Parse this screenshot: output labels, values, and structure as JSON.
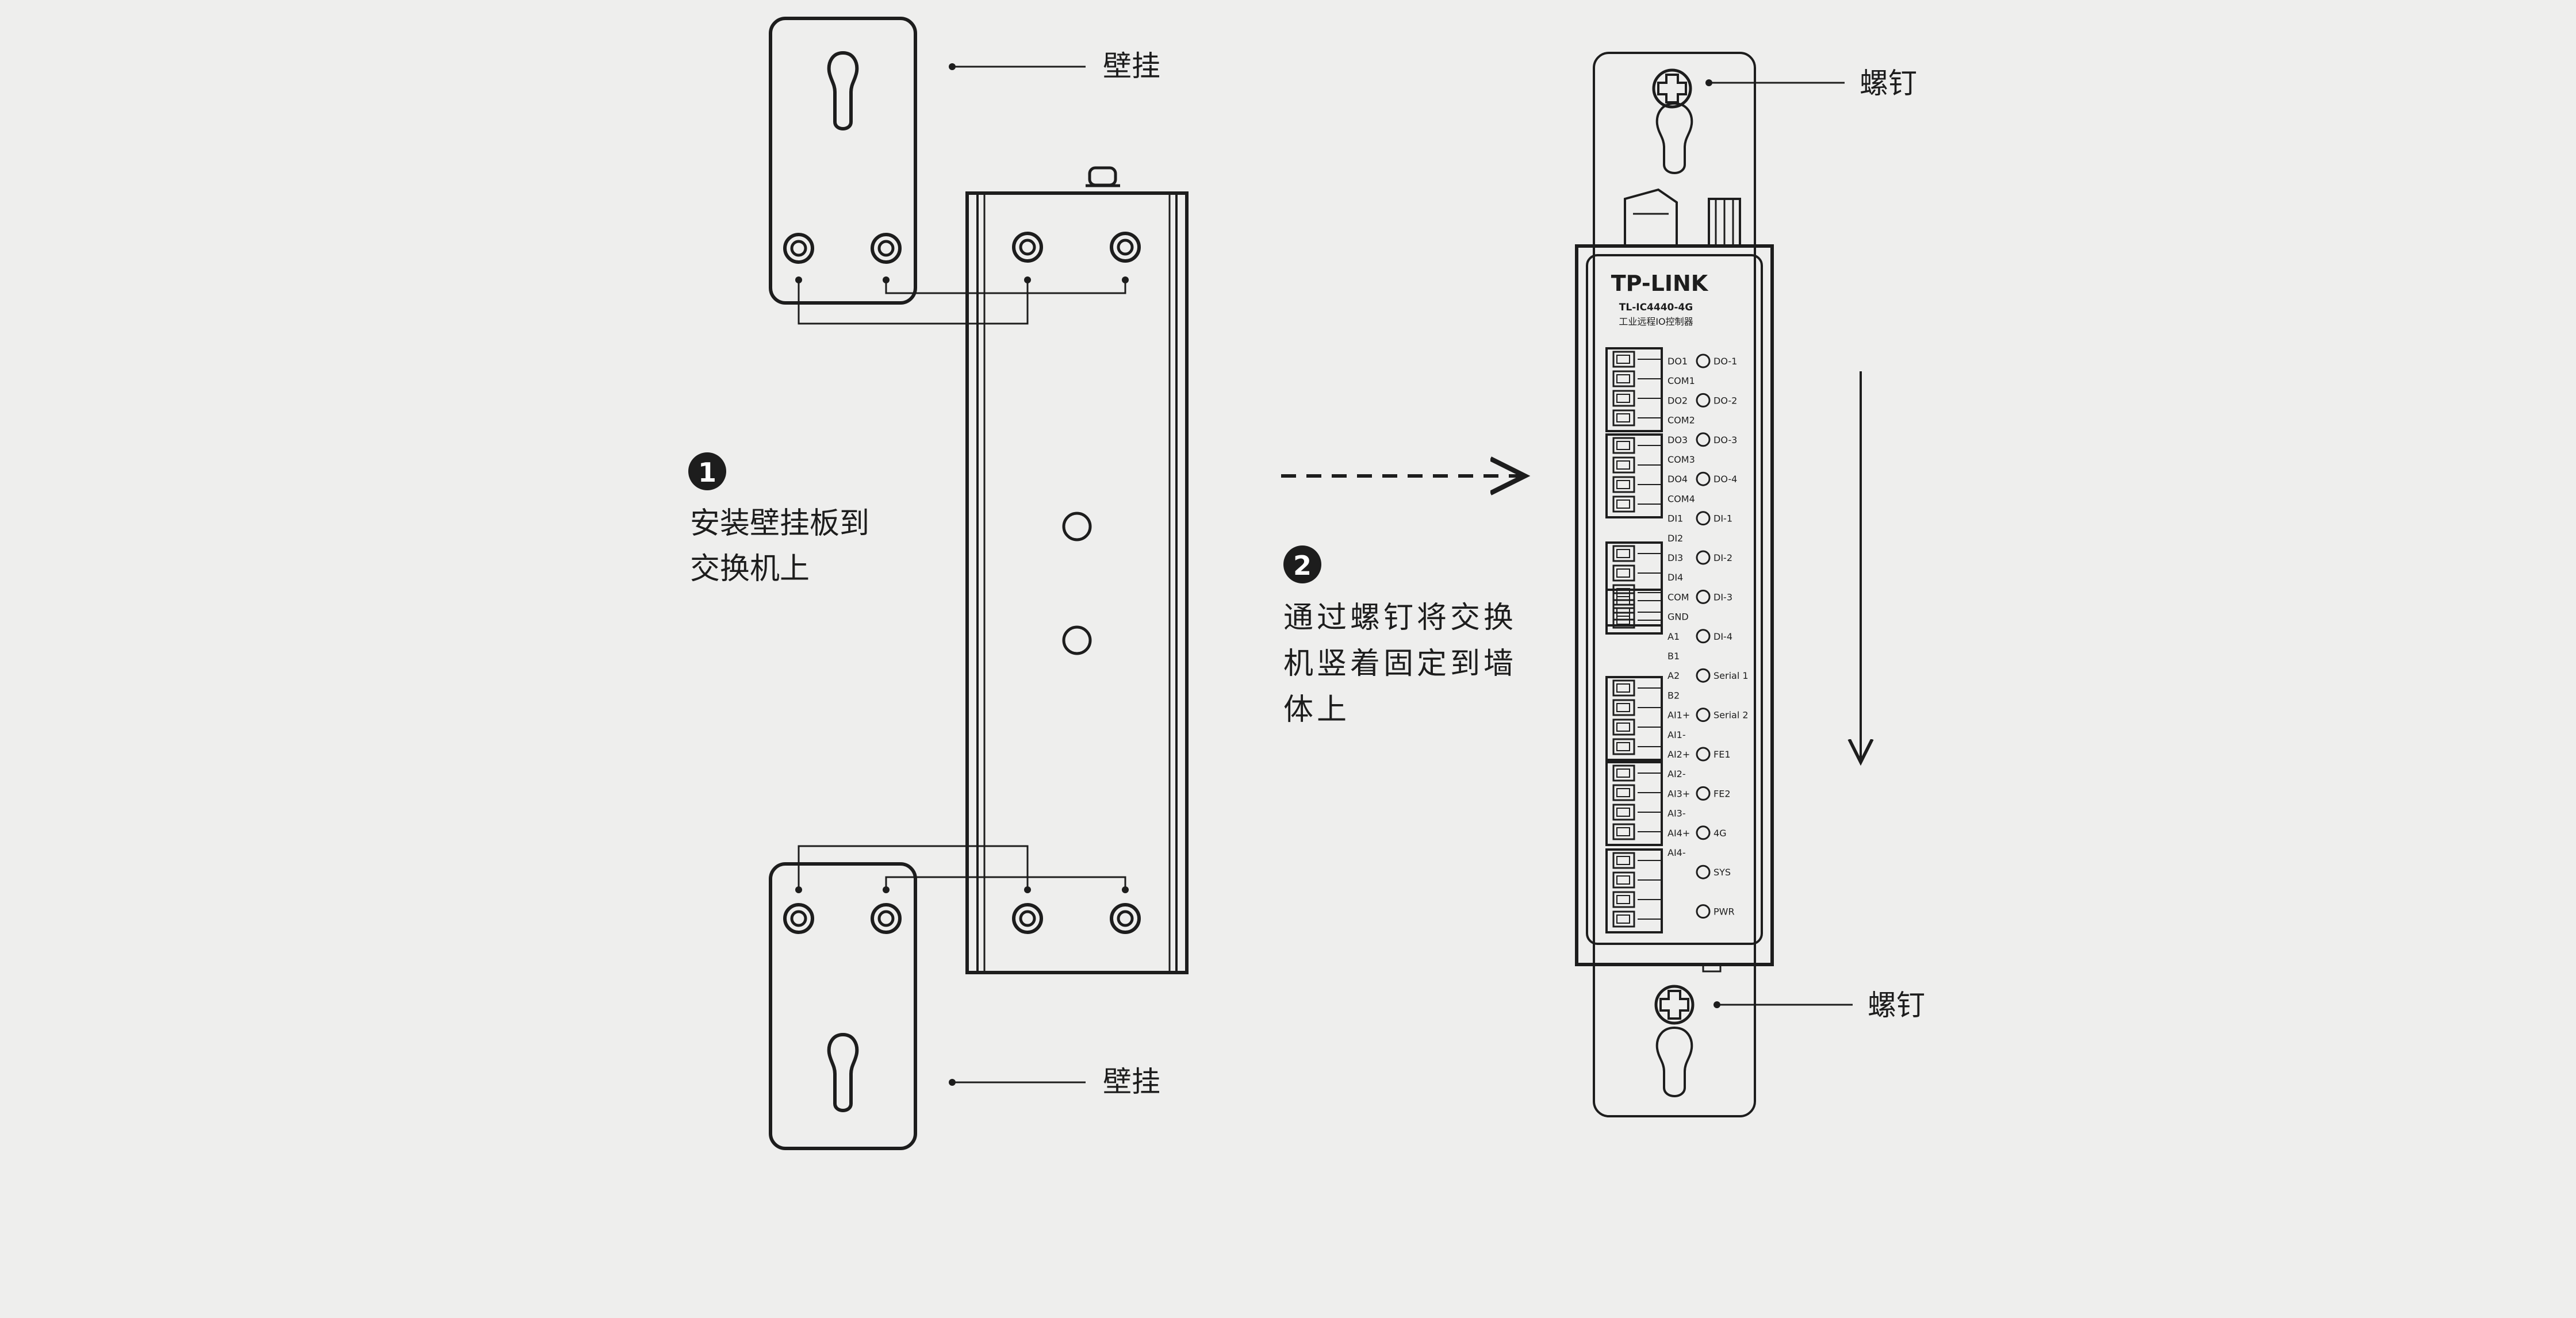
{
  "callouts": {
    "wall_mount_top": "壁挂",
    "wall_mount_bottom": "壁挂",
    "screw_top": "螺钉",
    "screw_bottom": "螺钉"
  },
  "steps": [
    {
      "number": "1",
      "lines": [
        "安装壁挂板到",
        "交换机上"
      ]
    },
    {
      "number": "2",
      "lines": [
        "通过螺钉将交换",
        "机竖着固定到墙",
        "体上"
      ]
    }
  ],
  "device": {
    "brand": "TP-LINK",
    "model": "TL-IC4440-4G",
    "subtitle": "工业远程IO控制器",
    "terminal_labels": [
      "DO1",
      "COM1",
      "DO2",
      "COM2",
      "DO3",
      "COM3",
      "DO4",
      "COM4",
      "DI1",
      "DI2",
      "DI3",
      "DI4",
      "COM",
      "GND",
      "A1",
      "B1",
      "A2",
      "B2",
      "AI1+",
      "AI1-",
      "AI2+",
      "AI2-",
      "AI3+",
      "AI3-",
      "AI4+",
      "AI4-"
    ],
    "leds": [
      "DO-1",
      "DO-2",
      "DO-3",
      "DO-4",
      "DI-1",
      "DI-2",
      "DI-3",
      "DI-4",
      "Serial 1",
      "Serial 2",
      "FE1",
      "FE2",
      "4G",
      "SYS",
      "PWR"
    ]
  },
  "colors": {
    "background": "#eeeeed",
    "line": "#1d1d1d"
  }
}
